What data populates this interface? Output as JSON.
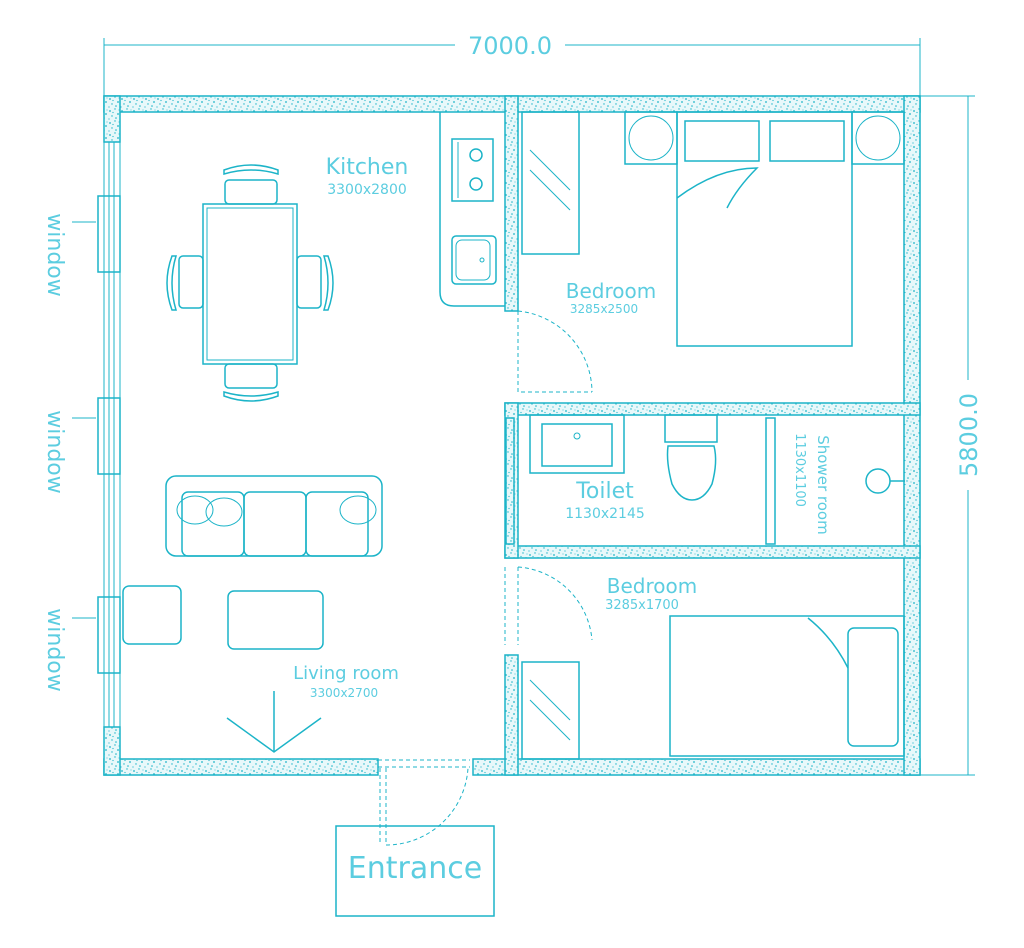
{
  "dimensions": {
    "width": "7000.0",
    "height": "5800.0"
  },
  "rooms": {
    "kitchen": {
      "name": "Kitchen",
      "size": "3300x2800"
    },
    "bedroom1": {
      "name": "Bedroom",
      "size": "3285x2500"
    },
    "toilet": {
      "name": "Toilet",
      "size": "1130x2145"
    },
    "shower": {
      "name": "Shower room",
      "size": "1130x1100"
    },
    "bedroom2": {
      "name": "Bedroom",
      "size": "3285x1700"
    },
    "living": {
      "name": "Living room",
      "size": "3300x2700"
    },
    "entrance": {
      "name": "Entrance"
    }
  },
  "windows": [
    "window",
    "window",
    "window"
  ],
  "colors": {
    "line": "#1cb4c8",
    "text": "#5ccde0"
  }
}
